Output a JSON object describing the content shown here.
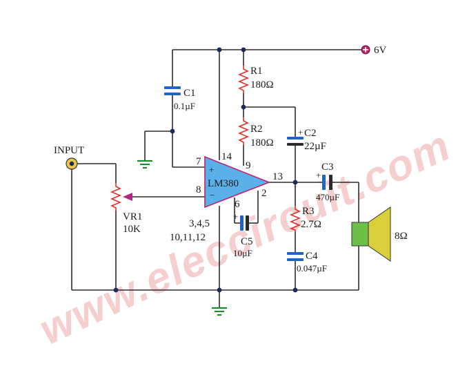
{
  "watermark": "www.eleccircuit.com",
  "supply": {
    "label": "6V"
  },
  "input": {
    "label": "INPUT"
  },
  "ic": {
    "name": "LM380",
    "plus": "+",
    "minus": "−",
    "pins": {
      "in_plus": "7",
      "in_minus": "8",
      "vcc": "14",
      "bypass": "6",
      "gnd_pins_1": "3,4,5",
      "gnd_pins_2": "10,11,12",
      "out": "13",
      "p9": "9",
      "p2": "2"
    }
  },
  "components": {
    "R1": {
      "name": "R1",
      "value": "180Ω"
    },
    "R2": {
      "name": "R2",
      "value": "180Ω"
    },
    "R3": {
      "name": "R3",
      "value": "2.7Ω"
    },
    "C1": {
      "name": "C1",
      "value": "0.1µF"
    },
    "C2": {
      "name": "C2",
      "value": "22µF"
    },
    "C3": {
      "name": "C3",
      "value": "470µF"
    },
    "C4": {
      "name": "C4",
      "value": "0.047µF"
    },
    "C5": {
      "name": "C5",
      "value": "10µF"
    },
    "VR1": {
      "name": "VR1",
      "value": "10K"
    },
    "SPK": {
      "value": "8Ω"
    }
  },
  "polarity": {
    "plus": "+"
  },
  "colors": {
    "opamp_fill": "#5ab0e8",
    "opamp_stroke": "#c0206a",
    "resistor": "#e0302a",
    "cap_plate": "#1f63c6",
    "ground": "#1a8a2a",
    "speaker_box": "#6cc04a",
    "speaker_cone": "#d9cf3a",
    "supply_terminal": "#c0206a",
    "wiper_arrow": "#b0288a",
    "input_jack": "#e8c84a"
  }
}
